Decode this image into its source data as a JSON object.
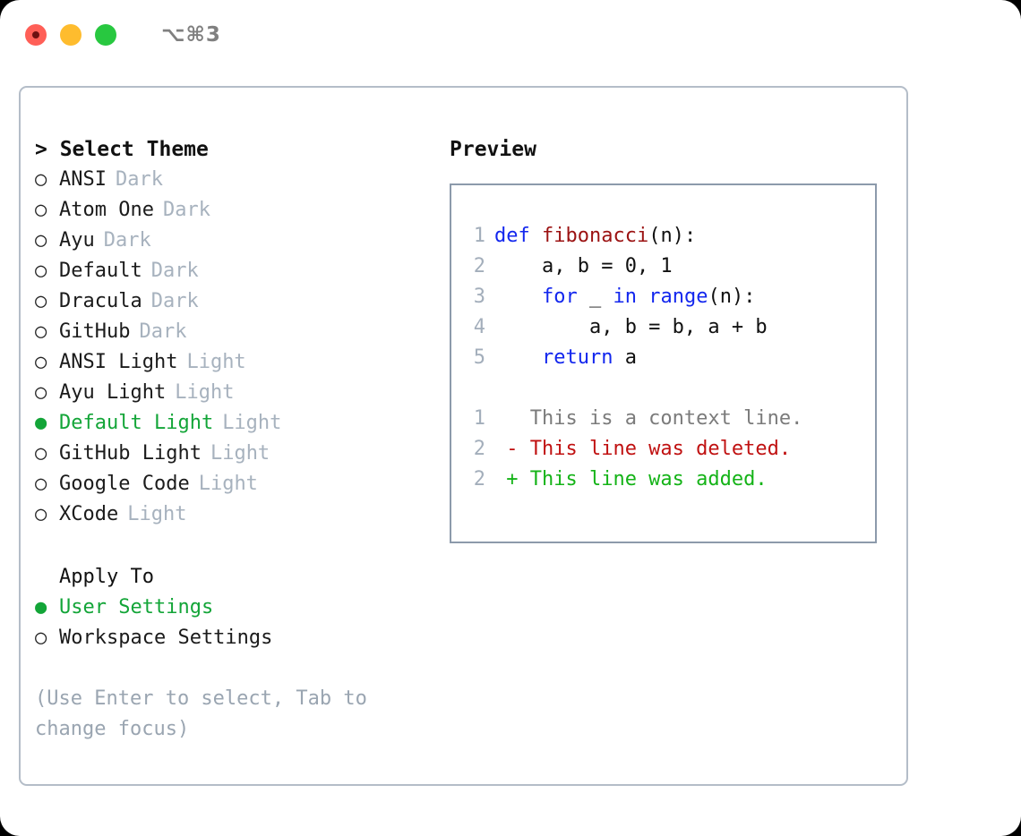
{
  "window": {
    "traffic_lights": [
      "close",
      "minimize",
      "zoom"
    ],
    "shortcut": "⌥⌘3"
  },
  "theme_picker": {
    "title": "> Select Theme",
    "items": [
      {
        "marker": "○",
        "label": "ANSI",
        "tag": "Dark",
        "selected": false
      },
      {
        "marker": "○",
        "label": "Atom One",
        "tag": "Dark",
        "selected": false
      },
      {
        "marker": "○",
        "label": "Ayu",
        "tag": "Dark",
        "selected": false
      },
      {
        "marker": "○",
        "label": "Default",
        "tag": "Dark",
        "selected": false
      },
      {
        "marker": "○",
        "label": "Dracula",
        "tag": "Dark",
        "selected": false
      },
      {
        "marker": "○",
        "label": "GitHub",
        "tag": "Dark",
        "selected": false
      },
      {
        "marker": "○",
        "label": "ANSI Light",
        "tag": "Light",
        "selected": false
      },
      {
        "marker": "○",
        "label": "Ayu Light",
        "tag": "Light",
        "selected": false
      },
      {
        "marker": "●",
        "label": "Default Light",
        "tag": "Light",
        "selected": true
      },
      {
        "marker": "○",
        "label": "GitHub Light",
        "tag": "Light",
        "selected": false
      },
      {
        "marker": "○",
        "label": "Google Code",
        "tag": "Light",
        "selected": false
      },
      {
        "marker": "○",
        "label": "XCode",
        "tag": "Light",
        "selected": false
      }
    ]
  },
  "apply_to": {
    "title": "Apply To",
    "items": [
      {
        "marker": "●",
        "label": "User Settings",
        "selected": true
      },
      {
        "marker": "○",
        "label": "Workspace Settings",
        "selected": false
      }
    ]
  },
  "hint": "(Use Enter to select, Tab to change focus)",
  "preview": {
    "title": "Preview",
    "code_lines": [
      {
        "no": "1",
        "tokens": [
          {
            "text": "def ",
            "kind": "kw"
          },
          {
            "text": "fibonacci",
            "kind": "fn"
          },
          {
            "text": "(n):",
            "kind": "txt"
          }
        ]
      },
      {
        "no": "2",
        "tokens": [
          {
            "text": "    a, b = 0, 1",
            "kind": "txt"
          }
        ]
      },
      {
        "no": "3",
        "tokens": [
          {
            "text": "    ",
            "kind": "txt"
          },
          {
            "text": "for",
            "kind": "kw"
          },
          {
            "text": " _ ",
            "kind": "txt"
          },
          {
            "text": "in",
            "kind": "kw"
          },
          {
            "text": " ",
            "kind": "txt"
          },
          {
            "text": "range",
            "kind": "kw"
          },
          {
            "text": "(n):",
            "kind": "txt"
          }
        ]
      },
      {
        "no": "4",
        "tokens": [
          {
            "text": "        a, b = b, a + b",
            "kind": "txt"
          }
        ]
      },
      {
        "no": "5",
        "tokens": [
          {
            "text": "    ",
            "kind": "txt"
          },
          {
            "text": "return",
            "kind": "kw"
          },
          {
            "text": " a",
            "kind": "txt"
          }
        ]
      }
    ],
    "diff_lines": [
      {
        "no": "1",
        "tokens": [
          {
            "text": "   This is a context line.",
            "kind": "ctx"
          }
        ]
      },
      {
        "no": "2",
        "tokens": [
          {
            "text": " - This line was deleted.",
            "kind": "del"
          }
        ]
      },
      {
        "no": "2",
        "tokens": [
          {
            "text": " + This line was added.",
            "kind": "add"
          }
        ]
      }
    ]
  },
  "colors": {
    "accent_green": "#13a538",
    "muted": "#a7b2be",
    "hint": "#9aa5b1",
    "keyword": "#1226ee",
    "function": "#9b1212",
    "diff_add": "#14b317",
    "diff_del": "#c01111",
    "border": "#b4bdc8",
    "preview_border": "#8c9aab",
    "light_red": "#ff5f57",
    "light_yellow": "#febc2e",
    "light_green": "#28c840"
  }
}
